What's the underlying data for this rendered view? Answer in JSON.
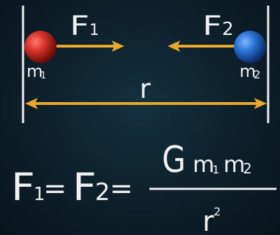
{
  "diagram": {
    "left_force_label": {
      "base": "F",
      "sub": "1"
    },
    "right_force_label": {
      "base": "F",
      "sub": "2"
    },
    "left_mass_label": {
      "base": "m",
      "sub": "1"
    },
    "right_mass_label": {
      "base": "m",
      "sub": "2"
    },
    "distance_label": "r"
  },
  "formula": {
    "lhs1": {
      "base": "F",
      "sub": "1"
    },
    "eq1": "=",
    "lhs2": {
      "base": "F",
      "sub": "2"
    },
    "eq2": "=",
    "numerator": {
      "G": "G",
      "m1": {
        "base": "m",
        "sub": "1"
      },
      "m2": {
        "base": "m",
        "sub": "2"
      }
    },
    "denominator": {
      "base": "r",
      "sup": "2"
    }
  },
  "colors": {
    "background": "#0d1f2a",
    "arrow": "#e9a92c",
    "boundary_line": "#f2f2f2",
    "left_mass": "#c8261f",
    "right_mass": "#1d63c4",
    "text": "#f1f1f1"
  }
}
